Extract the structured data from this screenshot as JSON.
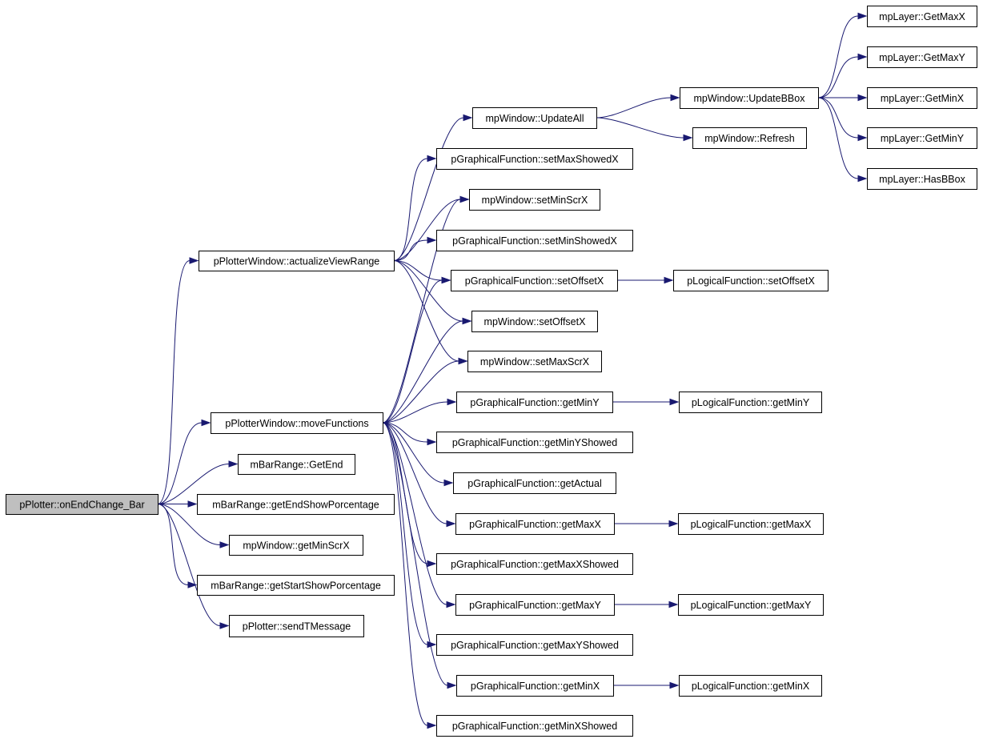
{
  "diagram": {
    "type": "call-graph",
    "colors": {
      "edge": "#191970",
      "root_fill": "#bfbfbf",
      "node_fill": "#ffffff",
      "node_border": "#000000"
    },
    "root": "root",
    "nodes": [
      {
        "id": "root",
        "label": "pPlotter::onEndChange_Bar"
      },
      {
        "id": "avr",
        "label": "pPlotterWindow::actualizeViewRange"
      },
      {
        "id": "mf",
        "label": "pPlotterWindow::moveFunctions"
      },
      {
        "id": "getEnd",
        "label": "mBarRange::GetEnd"
      },
      {
        "id": "getEndSP",
        "label": "mBarRange::getEndShowPorcentage"
      },
      {
        "id": "getMinScrX",
        "label": "mpWindow::getMinScrX"
      },
      {
        "id": "getStartSP",
        "label": "mBarRange::getStartShowPorcentage"
      },
      {
        "id": "sendTMsg",
        "label": "pPlotter::sendTMessage"
      },
      {
        "id": "updateAll",
        "label": "mpWindow::UpdateAll"
      },
      {
        "id": "setMaxShowedX",
        "label": "pGraphicalFunction::setMaxShowedX"
      },
      {
        "id": "setMinScrX",
        "label": "mpWindow::setMinScrX"
      },
      {
        "id": "setMinShowedX",
        "label": "pGraphicalFunction::setMinShowedX"
      },
      {
        "id": "gfSetOffsetX",
        "label": "pGraphicalFunction::setOffsetX"
      },
      {
        "id": "mpSetOffsetX",
        "label": "mpWindow::setOffsetX"
      },
      {
        "id": "setMaxScrX",
        "label": "mpWindow::setMaxScrX"
      },
      {
        "id": "gfGetMinY",
        "label": "pGraphicalFunction::getMinY"
      },
      {
        "id": "getMinYShowed",
        "label": "pGraphicalFunction::getMinYShowed"
      },
      {
        "id": "getActual",
        "label": "pGraphicalFunction::getActual"
      },
      {
        "id": "gfGetMaxX",
        "label": "pGraphicalFunction::getMaxX"
      },
      {
        "id": "getMaxXShowed",
        "label": "pGraphicalFunction::getMaxXShowed"
      },
      {
        "id": "gfGetMaxY",
        "label": "pGraphicalFunction::getMaxY"
      },
      {
        "id": "getMaxYShowed",
        "label": "pGraphicalFunction::getMaxYShowed"
      },
      {
        "id": "gfGetMinX",
        "label": "pGraphicalFunction::getMinX"
      },
      {
        "id": "getMinXShowed",
        "label": "pGraphicalFunction::getMinXShowed"
      },
      {
        "id": "updateBBox",
        "label": "mpWindow::UpdateBBox"
      },
      {
        "id": "refresh",
        "label": "mpWindow::Refresh"
      },
      {
        "id": "lfSetOffsetX",
        "label": "pLogicalFunction::setOffsetX"
      },
      {
        "id": "lfGetMinY",
        "label": "pLogicalFunction::getMinY"
      },
      {
        "id": "lfGetMaxX",
        "label": "pLogicalFunction::getMaxX"
      },
      {
        "id": "lfGetMaxY",
        "label": "pLogicalFunction::getMaxY"
      },
      {
        "id": "lfGetMinX",
        "label": "pLogicalFunction::getMinX"
      },
      {
        "id": "lyGetMaxX",
        "label": "mpLayer::GetMaxX"
      },
      {
        "id": "lyGetMaxY",
        "label": "mpLayer::GetMaxY"
      },
      {
        "id": "lyGetMinX",
        "label": "mpLayer::GetMinX"
      },
      {
        "id": "lyGetMinY",
        "label": "mpLayer::GetMinY"
      },
      {
        "id": "lyHasBBox",
        "label": "mpLayer::HasBBox"
      }
    ],
    "edges": [
      [
        "root",
        "avr"
      ],
      [
        "root",
        "mf"
      ],
      [
        "root",
        "getEnd"
      ],
      [
        "root",
        "getEndSP"
      ],
      [
        "root",
        "getMinScrX"
      ],
      [
        "root",
        "getStartSP"
      ],
      [
        "root",
        "sendTMsg"
      ],
      [
        "avr",
        "updateAll"
      ],
      [
        "avr",
        "setMaxShowedX"
      ],
      [
        "avr",
        "setMinScrX"
      ],
      [
        "avr",
        "setMinShowedX"
      ],
      [
        "avr",
        "gfSetOffsetX"
      ],
      [
        "avr",
        "mpSetOffsetX"
      ],
      [
        "avr",
        "setMaxScrX"
      ],
      [
        "mf",
        "setMinScrX"
      ],
      [
        "mf",
        "gfSetOffsetX"
      ],
      [
        "mf",
        "mpSetOffsetX"
      ],
      [
        "mf",
        "setMaxScrX"
      ],
      [
        "mf",
        "gfGetMinY"
      ],
      [
        "mf",
        "getMinYShowed"
      ],
      [
        "mf",
        "getActual"
      ],
      [
        "mf",
        "gfGetMaxX"
      ],
      [
        "mf",
        "getMaxXShowed"
      ],
      [
        "mf",
        "gfGetMaxY"
      ],
      [
        "mf",
        "getMaxYShowed"
      ],
      [
        "mf",
        "gfGetMinX"
      ],
      [
        "mf",
        "getMinXShowed"
      ],
      [
        "updateAll",
        "updateBBox"
      ],
      [
        "updateAll",
        "refresh"
      ],
      [
        "gfSetOffsetX",
        "lfSetOffsetX"
      ],
      [
        "gfGetMinY",
        "lfGetMinY"
      ],
      [
        "gfGetMaxX",
        "lfGetMaxX"
      ],
      [
        "gfGetMaxY",
        "lfGetMaxY"
      ],
      [
        "gfGetMinX",
        "lfGetMinX"
      ],
      [
        "updateBBox",
        "lyGetMaxX"
      ],
      [
        "updateBBox",
        "lyGetMaxY"
      ],
      [
        "updateBBox",
        "lyGetMinX"
      ],
      [
        "updateBBox",
        "lyGetMinY"
      ],
      [
        "updateBBox",
        "lyHasBBox"
      ]
    ]
  }
}
